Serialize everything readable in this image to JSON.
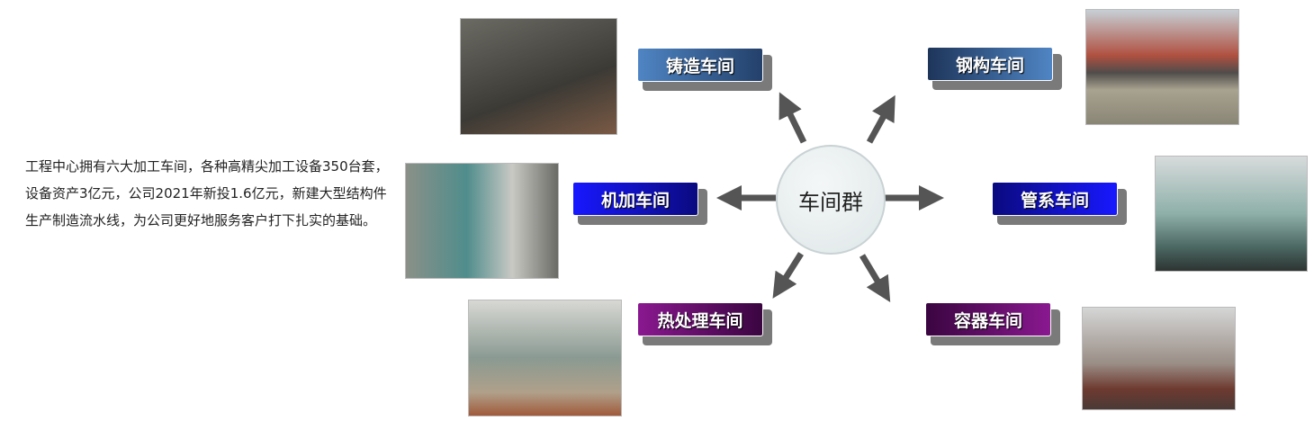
{
  "intro_text": "工程中心拥有六大加工车间，各种高精尖加工设备350台套，设备资产3亿元，公司2021年新投1.6亿元，新建大型结构件生产制造流水线，为公司更好地服务客户打下扎实的基础。",
  "hub": "车间群",
  "workshops": [
    {
      "label": "铸造车间",
      "color": "#3e6fa8"
    },
    {
      "label": "钢构车间",
      "color": "#2c4f80"
    },
    {
      "label": "机加车间",
      "color": "#1010d0"
    },
    {
      "label": "管系车间",
      "color": "#1010d0"
    },
    {
      "label": "热处理车间",
      "color": "#6a1070"
    },
    {
      "label": "容器车间",
      "color": "#6a1070"
    }
  ]
}
